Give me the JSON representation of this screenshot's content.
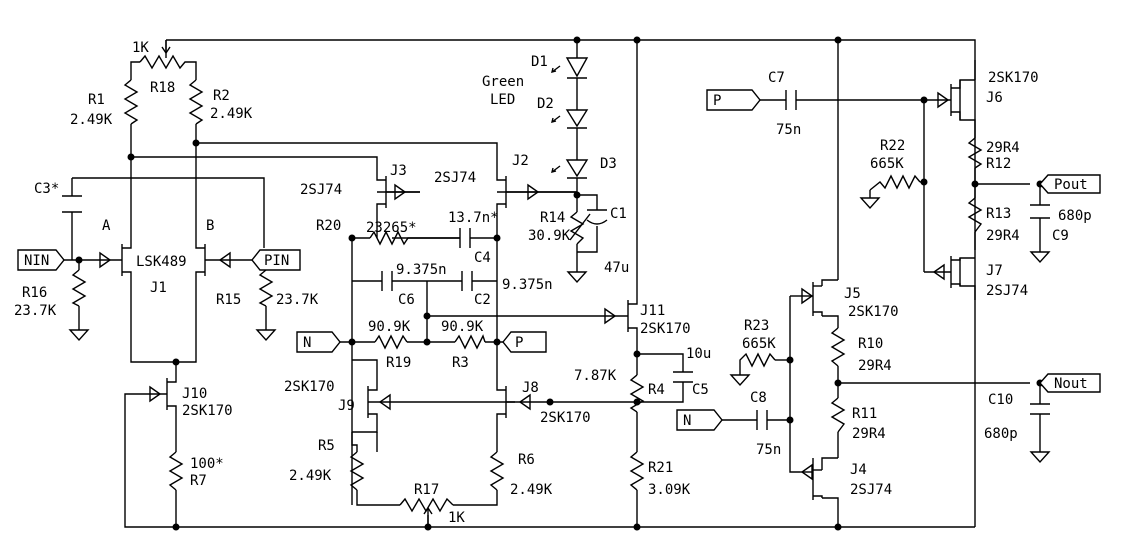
{
  "labels": {
    "r18_val": "1K",
    "r1": "R1",
    "r1_val": "2.49K",
    "r18": "R18",
    "r2": "R2",
    "r2_val": "2.49K",
    "c3": "C3*",
    "a": "A",
    "b": "B",
    "lsk489": "LSK489",
    "j1": "J1",
    "nin": "NIN",
    "pin": "PIN",
    "r16": "R16",
    "r16_val": "23.7K",
    "r15": "R15",
    "r15_val": "23.7K",
    "j10": "J10",
    "j10_type": "2SK170",
    "r7_val": "100*",
    "r7": "R7",
    "d1": "D1",
    "green": "Green",
    "led": "LED",
    "d2": "D2",
    "d3": "D3",
    "j3": "J3",
    "j3_type": "2SJ74",
    "j2": "J2",
    "j2_type": "2SJ74",
    "r20": "R20",
    "r20_val": "23265*",
    "c4_val": "13.7n*",
    "c4": "C4",
    "r14": "R14",
    "r14_val": "30.9K",
    "c1": "C1",
    "c1_val": "47u",
    "c6_val": "9.375n",
    "c6": "C6",
    "c2": "C2",
    "c2_val": "9.375n",
    "r19_val": "90.9K",
    "r19": "R19",
    "r3_val": "90.9K",
    "r3": "R3",
    "n": "N",
    "p": "P",
    "j11": "J11",
    "j11_type": "2SK170",
    "c5_val": "10u",
    "r4_val": "7.87K",
    "r4": "R4",
    "c5": "C5",
    "j9_type": "2SK170",
    "j9": "J9",
    "j8": "J8",
    "j8_type": "2SK170",
    "r5": "R5",
    "r5_val": "2.49K",
    "r6": "R6",
    "r6_val": "2.49K",
    "r17": "R17",
    "r17_val": "1K",
    "r21": "R21",
    "r21_val": "3.09K",
    "c7": "C7",
    "c7_val": "75n",
    "j6_type": "2SK170",
    "j6": "J6",
    "r22": "R22",
    "r22_val": "665K",
    "r12_val": "29R4",
    "r12": "R12",
    "pout": "Pout",
    "r13": "R13",
    "r13_val": "29R4",
    "c9_val": "680p",
    "c9": "C9",
    "j7": "J7",
    "j7_type": "2SJ74",
    "j5": "J5",
    "j5_type": "2SK170",
    "r23": "R23",
    "r23_val": "665K",
    "r10": "R10",
    "r10_val": "29R4",
    "nout": "Nout",
    "c8": "C8",
    "c8_val": "75n",
    "r11": "R11",
    "r11_val": "29R4",
    "c10": "C10",
    "c10_val": "680p",
    "j4": "J4",
    "j4_type": "2SJ74"
  }
}
